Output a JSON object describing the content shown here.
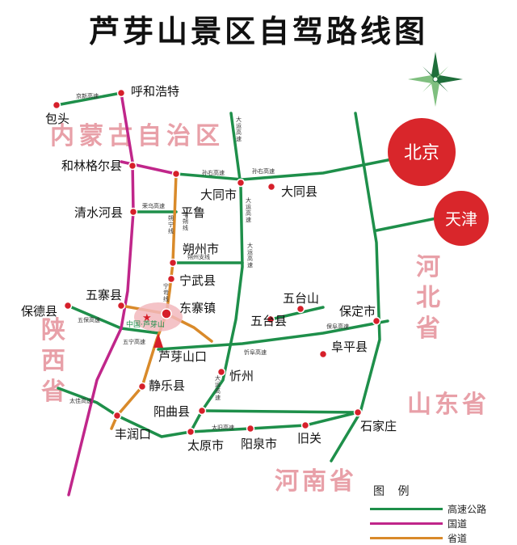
{
  "title": "芦芽山景区自驾路线图",
  "colors": {
    "expressway": "#1e8f4a",
    "national_road": "#c0268a",
    "provincial_road": "#d98a2a",
    "city_dot": "#d61f2a",
    "region_label": "#e8a0a8",
    "big_city": "#d9262b",
    "scenic_highlight": "#f2b8bd"
  },
  "regions": {
    "inner_mongolia": "内蒙古自治区",
    "shaanxi": "陕西省",
    "hebei": "河北省",
    "shandong": "山东省",
    "henan": "河南省"
  },
  "big_cities": {
    "beijing": "北京",
    "tianjin": "天津"
  },
  "cities": {
    "hohhot": "呼和浩特",
    "baotou": "包头",
    "horinger": "和林格尔县",
    "qingshuihe": "清水河县",
    "datong_city": "大同市",
    "datong_county": "大同县",
    "pinglu": "平鲁",
    "shuozhou": "朔州市",
    "ningwu": "宁武县",
    "wuzhai": "五寨县",
    "baode": "保德县",
    "dongzhai": "东寨镇",
    "luyashan_kou": "芦芽山口",
    "jingle": "静乐县",
    "fengrunkou": "丰润口",
    "wutaishan": "五台山",
    "wutai": "五台县",
    "baoding": "保定市",
    "fuping": "阜平县",
    "xinzhou": "忻州",
    "yangqu": "阳曲县",
    "taiyuan": "太原市",
    "yangquan": "阳泉市",
    "jiuguan": "旧关",
    "shijiazhuang": "石家庄",
    "china_luyashan": "中国·芦芽山"
  },
  "road_labels": {
    "jingxin": "京新高速",
    "dayun_1": "大运高速",
    "dayun_2": "大运高速",
    "dayun_3": "大运高速",
    "dayun_4": "大运高速",
    "sunyou_1": "孙右高速",
    "sunyou_2": "孙右高速",
    "rongwu": "荣乌高速",
    "shuozhou_branch": "朔州支线",
    "pingshuo": "平朔线",
    "shuoning": "朔宁线",
    "ningqi": "宁岢线",
    "wuning": "五宁高速",
    "wubao": "五保高速",
    "baofu": "保阜高速",
    "xinfu": "忻阜高速",
    "taijia": "太佳高速",
    "taijiu": "太旧高速"
  },
  "legend": {
    "heading": "图 例",
    "expressway": "高速公路",
    "national_road": "国道",
    "provincial_road": "省道"
  }
}
